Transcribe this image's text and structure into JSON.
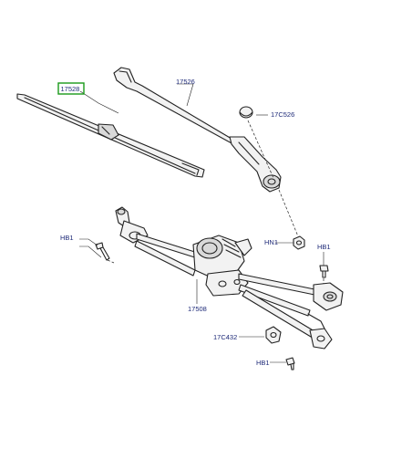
{
  "diagram": {
    "callouts": {
      "blade": "17528",
      "arm": "17526",
      "cap": "17C526",
      "hb1_left": "HB1",
      "hn1": "HN1",
      "hb1_right": "HB1",
      "linkage": "17508",
      "c432": "17C432",
      "hb1_bottom": "HB1"
    },
    "selected_callout": "17528",
    "colors": {
      "label_text": "#1e2a78",
      "selection_border": "#1a9a1a",
      "line_art": "#222222"
    }
  }
}
